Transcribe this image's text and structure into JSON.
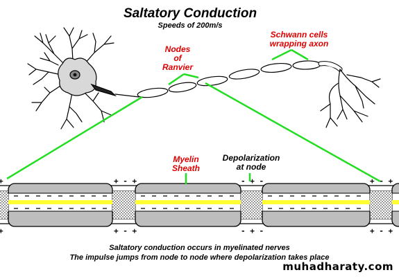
{
  "header": {
    "title": "Saltatory Conduction",
    "subtitle": "Speeds of 200m/s"
  },
  "labels": {
    "nodes_line1": "Nodes",
    "nodes_line2": "of",
    "nodes_line3": "Ranvier",
    "schwann_line1": "Schwann cells",
    "schwann_line2": "wrapping axon",
    "myelin_line1": "Myelin",
    "myelin_line2": "Sheath",
    "depol_line1": "Depolarization",
    "depol_line2": "at node"
  },
  "captions": {
    "line1": "Saltatory conduction occurs in myelinated nerves",
    "line2": "The impulse jumps from node to node where depolarization takes place"
  },
  "watermark": "muhadharaty.com",
  "colors": {
    "pointer_green": "#22dd22",
    "label_red": "#e00000",
    "axon_yellow": "#ffff33",
    "sheath_gray": "#bdbdbd"
  }
}
